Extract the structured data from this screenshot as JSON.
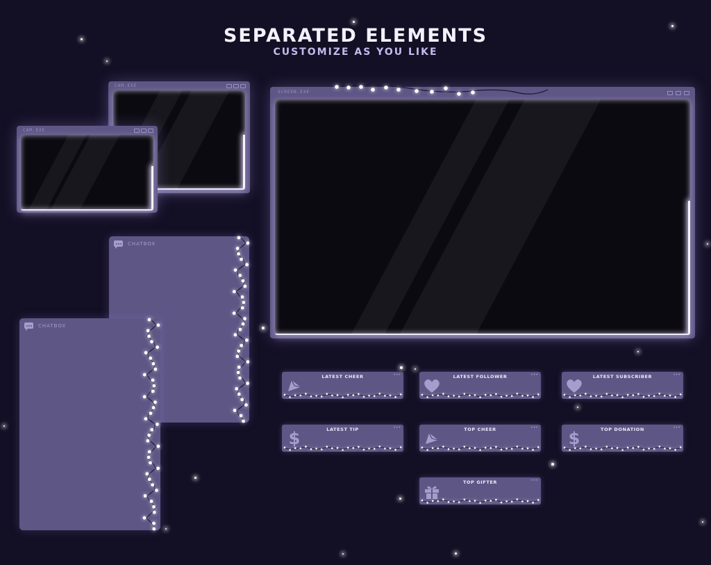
{
  "header": {
    "title": "SEPARATED ELEMENTS",
    "subtitle": "CUSTOMIZE AS YOU LIKE"
  },
  "windows": {
    "cam_small": {
      "label": "CAM.EXE"
    },
    "cam_large": {
      "label": "CAM.EXE"
    },
    "screen": {
      "label": "SCREEN.EXE"
    }
  },
  "chatboxes": [
    {
      "label": "CHATBOX",
      "icon": "chat-bubble-icon"
    },
    {
      "label": "CHATBOX",
      "icon": "chat-bubble-icon"
    }
  ],
  "alerts": [
    {
      "label": "LATEST CHEER",
      "icon": "cheer-icon"
    },
    {
      "label": "LATEST FOLLOWER",
      "icon": "heart-icon"
    },
    {
      "label": "LATEST SUBSCRIBER",
      "icon": "heart-icon"
    },
    {
      "label": "LATEST TIP",
      "icon": "dollar-icon",
      "glyph": "$"
    },
    {
      "label": "TOP CHEER",
      "icon": "cheer-icon"
    },
    {
      "label": "TOP DONATION",
      "icon": "dollar-icon",
      "glyph": "$"
    },
    {
      "label": "TOP GIFTER",
      "icon": "gift-icon"
    }
  ],
  "alert_menu_glyph": "•••",
  "colors": {
    "background": "#130f24",
    "panel": "#5e5685",
    "accent": "#a59dcb",
    "glow": "#f0ecff"
  }
}
